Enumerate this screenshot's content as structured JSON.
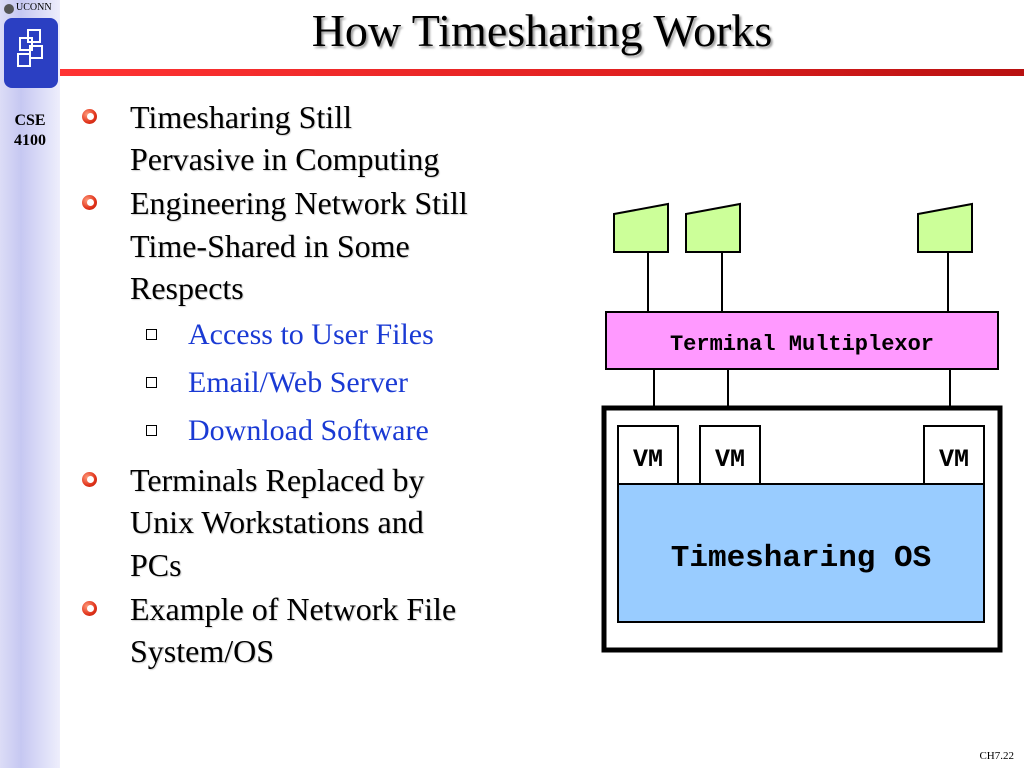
{
  "header": {
    "title": "How Timesharing Works",
    "institution": "UCONN",
    "course_line1": "CSE",
    "course_line2": "4100"
  },
  "bullets": [
    {
      "level": 1,
      "text": [
        "Timesharing Still",
        "Pervasive in Computing"
      ]
    },
    {
      "level": 1,
      "text": [
        "Engineering Network Still",
        "Time-Shared in Some",
        "Respects"
      ]
    },
    {
      "level": 2,
      "text": [
        "Access to User Files"
      ]
    },
    {
      "level": 2,
      "text": [
        "Email/Web Server"
      ]
    },
    {
      "level": 2,
      "text": [
        "Download Software"
      ]
    },
    {
      "level": 1,
      "text": [
        "Terminals Replaced by",
        "Unix Workstations and",
        "PCs"
      ]
    },
    {
      "level": 1,
      "text": [
        "Example of Network File",
        "System/OS"
      ]
    }
  ],
  "diagram": {
    "multiplexor_label": "Terminal Multiplexor",
    "vm_labels": [
      "VM",
      "VM",
      "VM"
    ],
    "os_label": "Timesharing OS",
    "colors": {
      "terminal_fill": "#ccff99",
      "multiplexor_fill": "#ff99ff",
      "os_fill": "#99ccff"
    }
  },
  "footer": {
    "page": "CH7.22"
  }
}
